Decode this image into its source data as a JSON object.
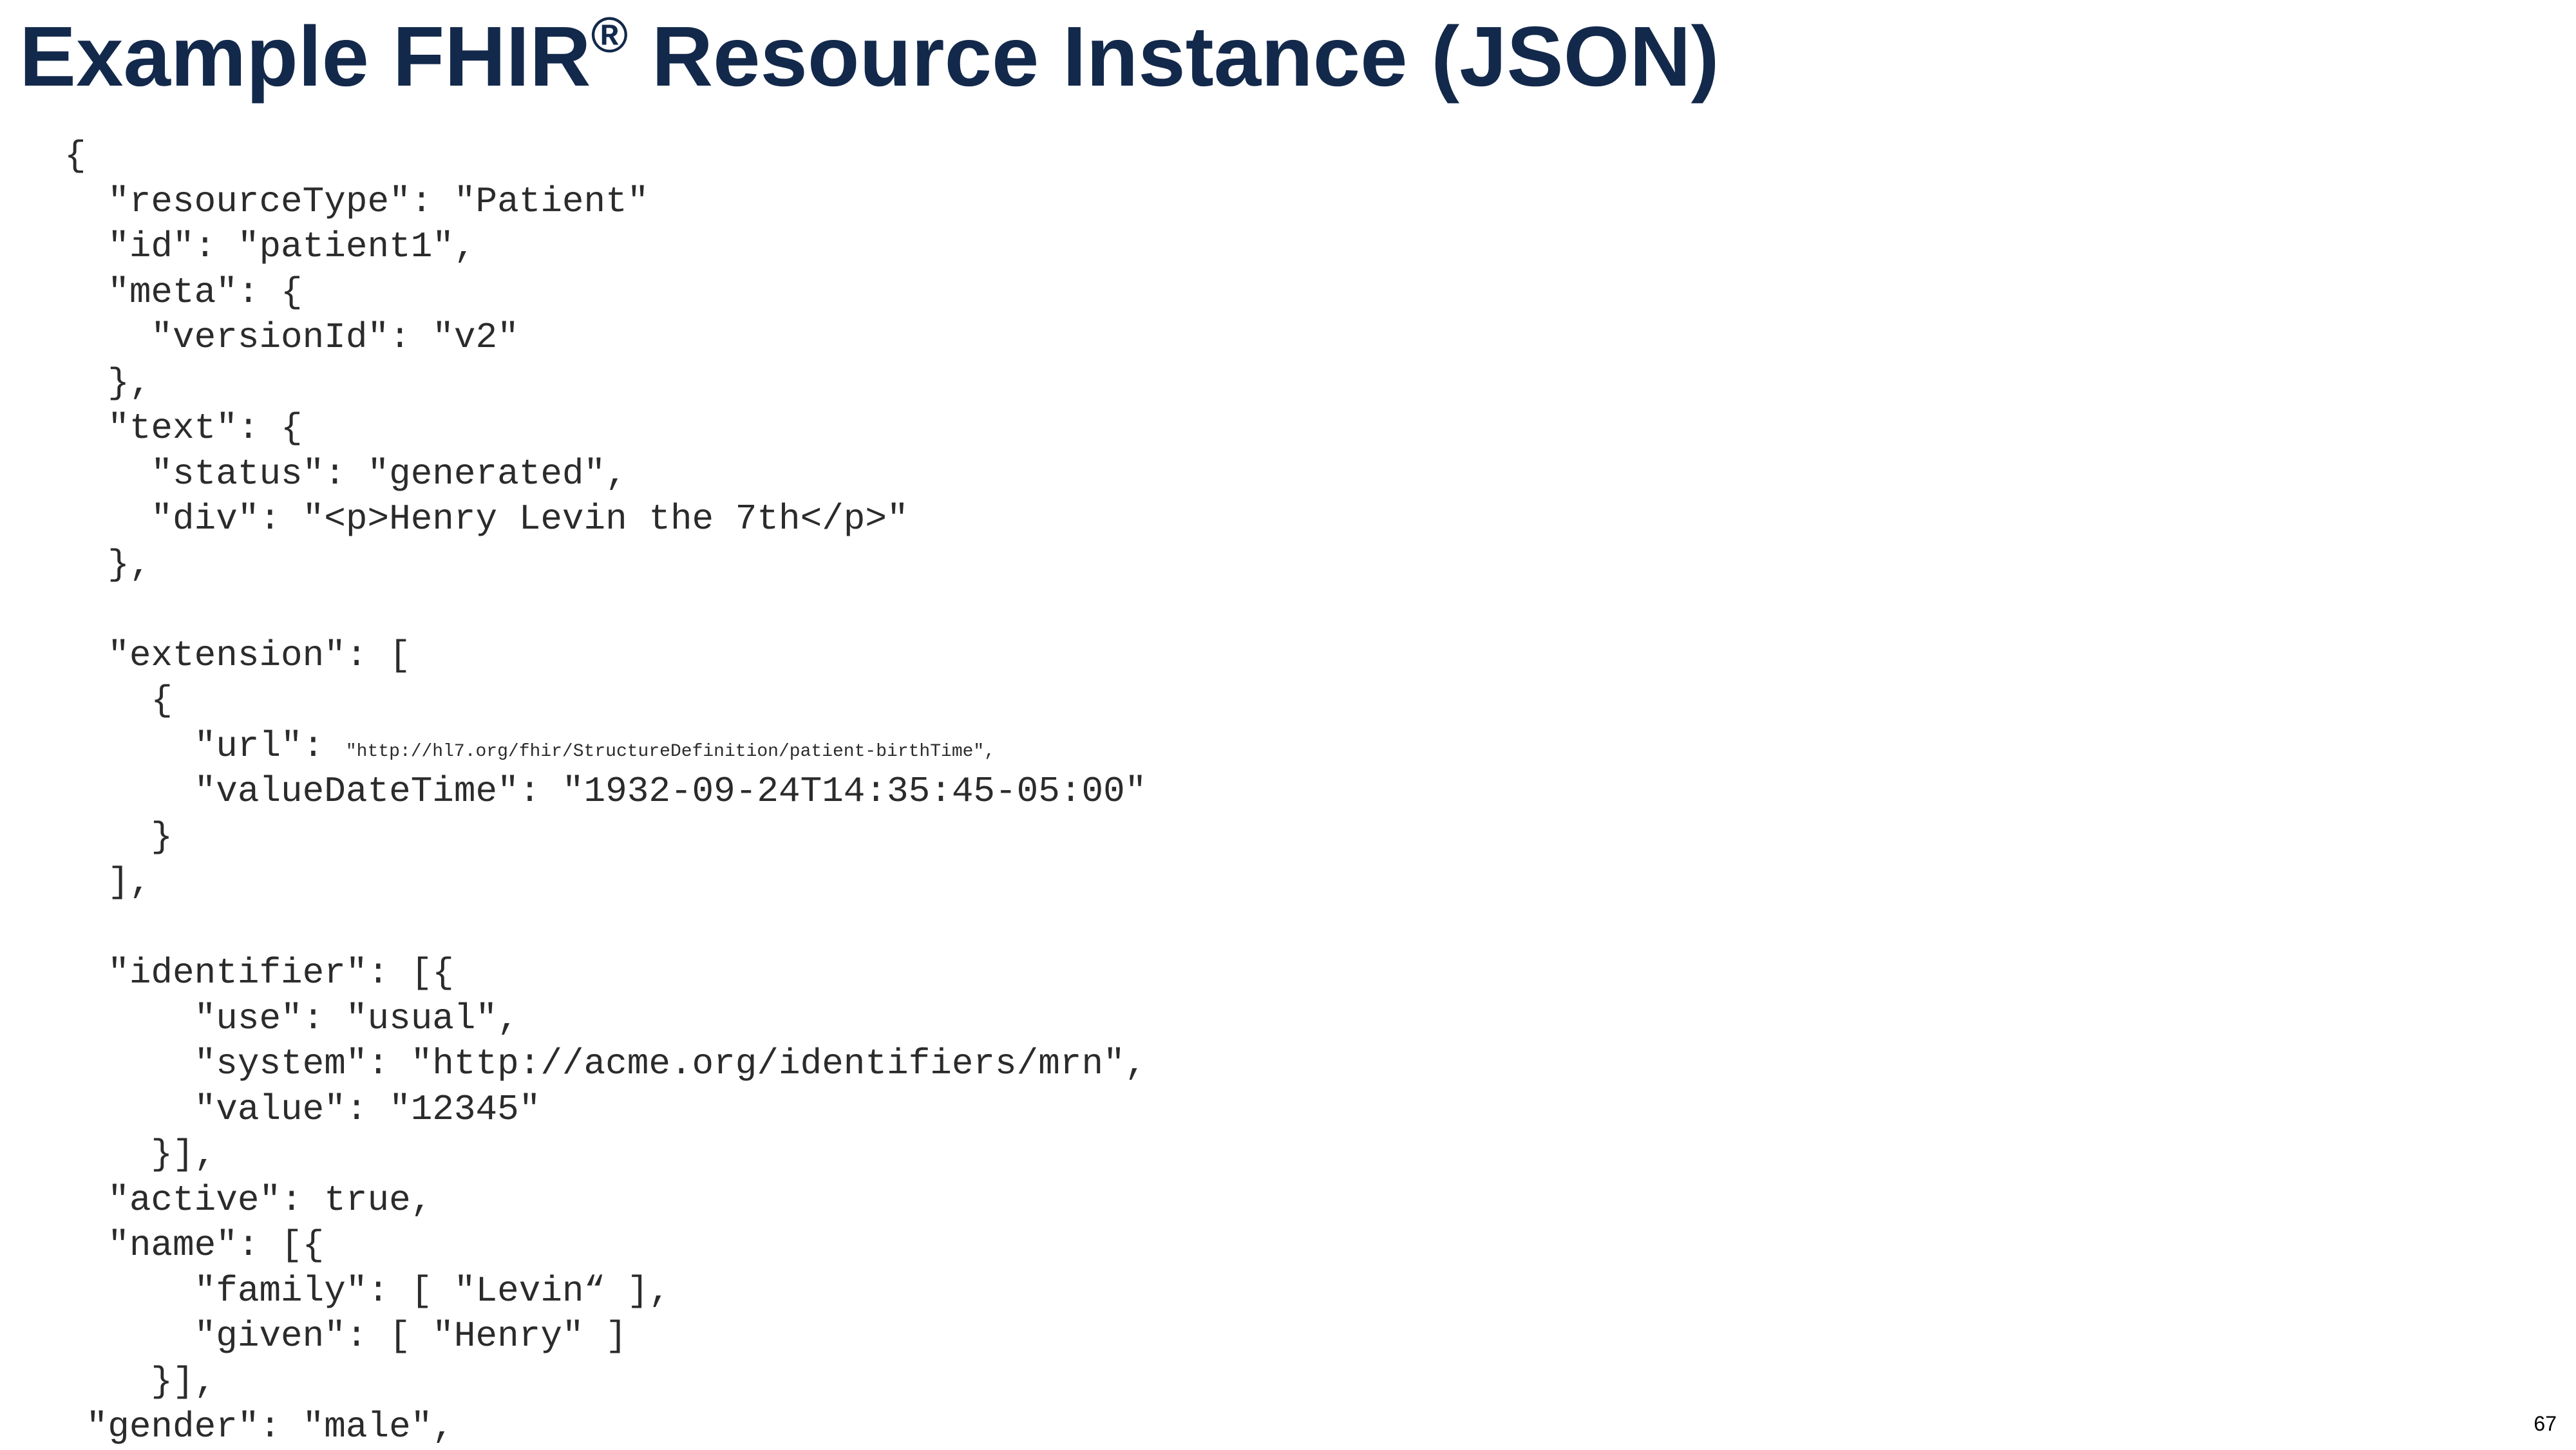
{
  "slide": {
    "title_main": "Example FHIR",
    "title_mark": "®",
    "title_rest": " Resource Instance (JSON)",
    "page_number": "67"
  },
  "code": {
    "lines": [
      "{",
      "  \"resourceType\": \"Patient\"",
      "  \"id\": \"patient1\",",
      "  \"meta\": {",
      "    \"versionId\": \"v2\"",
      "  },",
      "  \"text\": {",
      "    \"status\": \"generated\",",
      "    \"div\": \"<p>Henry Levin the 7th</p>\"",
      "  },",
      "",
      "  \"extension\": [",
      "    {",
      "      \"url\": ",
      "      \"valueDateTime\": \"1932-09-24T14:35:45-05:00\"",
      "    }",
      "  ],",
      "",
      "  \"identifier\": [{",
      "      \"use\": \"usual\",",
      "      \"system\": \"http://acme.org/identifiers/mrn\",",
      "      \"value\": \"12345\"",
      "    }],",
      "  \"active\": true,",
      "  \"name\": [{",
      "      \"family\": [ \"Levin“ ],",
      "      \"given\": [ \"Henry\" ]",
      "    }],",
      " \"gender\": \"male\","
    ],
    "url_value": "\"http://hl7.org/fhir/StructureDefinition/patient-birthTime\","
  }
}
